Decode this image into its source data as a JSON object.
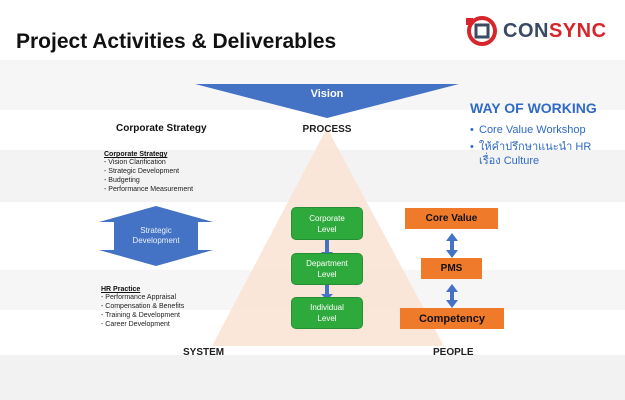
{
  "title": "Project Activities & Deliverables",
  "logo": {
    "part1": "CON",
    "part2": "SYNC",
    "icon": "consync-logo-icon"
  },
  "vision": "Vision",
  "process_label": "PROCESS",
  "corporate_strategy_heading": "Corporate Strategy",
  "corporate_block": {
    "title": "Corporate Strategy",
    "items": [
      "- Vision Clarification",
      "- Strategic Development",
      "- Budgeting",
      "- Performance Measurement"
    ]
  },
  "strategic_development": "Strategic Development",
  "hr_block": {
    "title": "HR Practice",
    "items": [
      "- Performance Appraisal",
      "- Compensation & Benefits",
      "- Training & Development",
      "- Career Development"
    ]
  },
  "levels": [
    {
      "line1": "Corporate",
      "line2": "Level"
    },
    {
      "line1": "Department",
      "line2": "Level"
    },
    {
      "line1": "Individual",
      "line2": "Level"
    }
  ],
  "people_chain": [
    "Core Value",
    "PMS",
    "Competency"
  ],
  "way_of_working": {
    "title": "WAY OF WORKING",
    "items": [
      {
        "bullet": "•",
        "line1": "Core Value Workshop",
        "line2": ""
      },
      {
        "bullet": "•",
        "line1": "ให้คำปรึกษาแนะนำ HR",
        "line2": "เรื่อง Culture"
      }
    ]
  },
  "bottom_labels": {
    "system": "SYSTEM",
    "people": "PEOPLE"
  },
  "colors": {
    "vision_blue": "#4472c4",
    "green_box": "#2eaa3c",
    "orange_box": "#ee7a2a",
    "triangle": "#fbe4d5",
    "logo_dark": "#3a4a63",
    "logo_red": "#d6262b",
    "wow_blue": "#2f6ac6"
  }
}
